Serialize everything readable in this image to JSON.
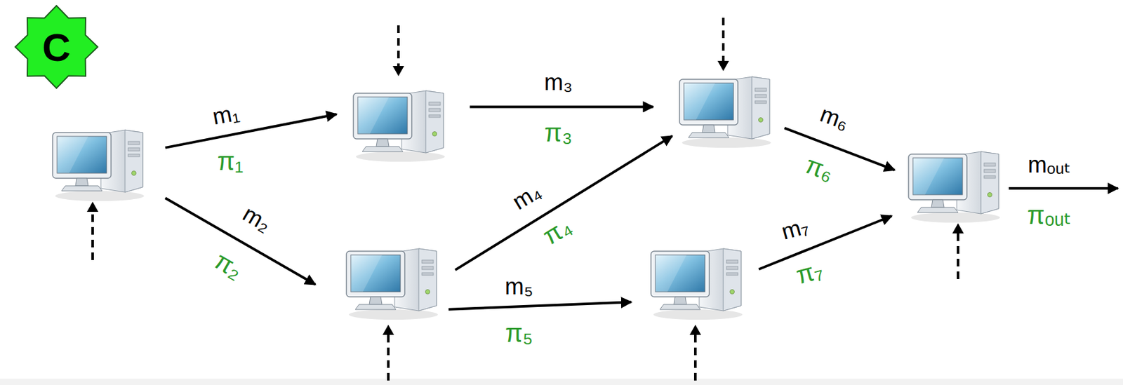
{
  "diagram": {
    "nodes": [
      {
        "text": [
          "C"
        ]
      },
      {
        "text": []
      },
      {
        "text": []
      },
      {
        "text": []
      },
      {
        "text": []
      },
      {
        "text": []
      },
      {
        "text": []
      }
    ],
    "edges": [
      {
        "from": 1,
        "to": 2,
        "arrow": "to",
        "label": "m₁"
      },
      {
        "from": 1,
        "to": 3,
        "arrow": "to",
        "label": "m₂"
      },
      {
        "from": 2,
        "to": 4,
        "arrow": "to",
        "label": "m₃"
      },
      {
        "from": 3,
        "to": 4,
        "arrow": "to",
        "label": "m₄"
      },
      {
        "from": 3,
        "to": 5,
        "arrow": "to",
        "label": "m₅"
      },
      {
        "from": 4,
        "to": 6,
        "arrow": "to",
        "label": "m₆"
      },
      {
        "from": 5,
        "to": 6,
        "arrow": "to",
        "label": "m₇"
      }
    ],
    "labels": [
      "π₁",
      "π₂",
      "π₃",
      "π₄",
      "π₅",
      "π₆",
      "π₇",
      "mₒᵤₜ",
      "πₒᵤₜ"
    ]
  }
}
